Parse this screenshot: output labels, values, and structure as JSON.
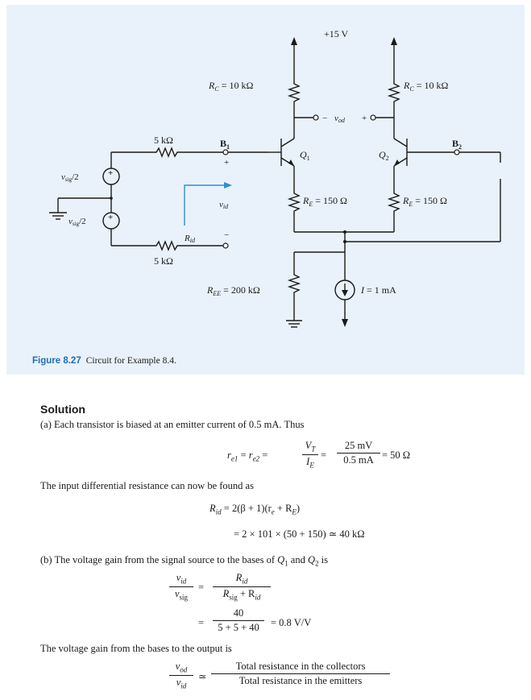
{
  "figure": {
    "supply_label": "+15 V",
    "rc_left": "R",
    "rc_left_sub": "C",
    "rc_left_value": " = 10 kΩ",
    "rc_right": "R",
    "rc_right_sub": "C",
    "rc_right_value": " = 10 kΩ",
    "vod_label": "v",
    "vod_sub": "od",
    "vod_minus": "−",
    "vod_plus": "+",
    "q1_label": "Q",
    "q1_sub": "1",
    "q2_label": "Q",
    "q2_sub": "2",
    "b1_label": "B",
    "b1_sub": "1",
    "b2_label": "B",
    "b2_sub": "2",
    "rs_top_label": "5 kΩ",
    "rs_bottom_label": "5 kΩ",
    "vsig_top": "v",
    "vsig_top_sub": "sig",
    "vsig_top_div": "/2",
    "vsig_bottom": "v",
    "vsig_bottom_sub": "sig",
    "vsig_bottom_div": "/2",
    "vid_label": "v",
    "vid_sub": "id",
    "rid_label": "R",
    "rid_sub": "id",
    "plus_sign": "+",
    "minus_sign": "−",
    "re_left": "R",
    "re_left_sub": "E",
    "re_left_value": " = 150 Ω",
    "re_right": "R",
    "re_right_sub": "E",
    "re_right_value": " = 150 Ω",
    "ree_label": "R",
    "ree_sub": "EE",
    "ree_value": " = 200 kΩ",
    "current_label": "I",
    "current_value": " = 1 mA"
  },
  "caption": {
    "number": "Figure 8.27",
    "text": "Circuit for Example 8.4."
  },
  "solution": {
    "heading": "Solution",
    "part_a": "(a)  Each transistor is biased at an emitter current of 0.5 mA. Thus",
    "re_eq_lhs": "r",
    "re_eq_lhs_sub1": "e1",
    "re_eq_eq1": " = ",
    "re_eq_mid_sub": "e2",
    "re_eq_eq2": " = ",
    "re_eq_vt": "V",
    "re_eq_vt_sub": "T",
    "re_eq_ie": "I",
    "re_eq_ie_sub": "E",
    "re_eq_eq3": " = ",
    "re_eq_num": "25 mV",
    "re_eq_den": "0.5 mA",
    "re_eq_result": " = 50 Ω",
    "input_res_text": "The input differential resistance can now be found as",
    "rid_eq_line1_lhs": "R",
    "rid_eq_line1_sub": "id",
    "rid_eq_line1_rhs": " = 2(β + 1)(r",
    "rid_eq_line1_re_sub": "e",
    "rid_eq_line1_tail": " + R",
    "rid_eq_line1_RE_sub": "E",
    "rid_eq_line1_close": ")",
    "rid_eq_line2": "= 2 × 101 × (50 + 150) ≃ 40 kΩ",
    "part_b_pre": "(b)  The voltage gain from the signal source to the bases of ",
    "part_b_q": "Q",
    "part_b_q1_sub": "1",
    "part_b_and": " and ",
    "part_b_q2_sub": "2",
    "part_b_post": " is",
    "gain1_num": "v",
    "gain1_num_sub": "id",
    "gain1_den": "v",
    "gain1_den_sub": "sig",
    "gain1_eq": "=",
    "gain1_rnum": "R",
    "gain1_rnum_sub": "id",
    "gain1_rden_a": "R",
    "gain1_rden_a_sub": "sig",
    "gain1_rden_plus": " + R",
    "gain1_rden_b_sub": "id",
    "gain2_eq": "=",
    "gain2_num": "40",
    "gain2_den": "5 + 5 + 40",
    "gain2_result": "= 0.8 V/V",
    "gain_bases_text": "The voltage gain from the bases to the output is",
    "gain3_num": "v",
    "gain3_num_sub": "od",
    "gain3_den": "v",
    "gain3_den_sub": "id",
    "gain3_approx": "≃",
    "gain3_rnum": "Total resistance in the collectors",
    "gain3_rden": "Total resistance in the emitters"
  },
  "colors": {
    "panel": "#e9f2fa",
    "caption_accent": "#1e6fb5",
    "signal_arrow": "#2a8fd6"
  }
}
